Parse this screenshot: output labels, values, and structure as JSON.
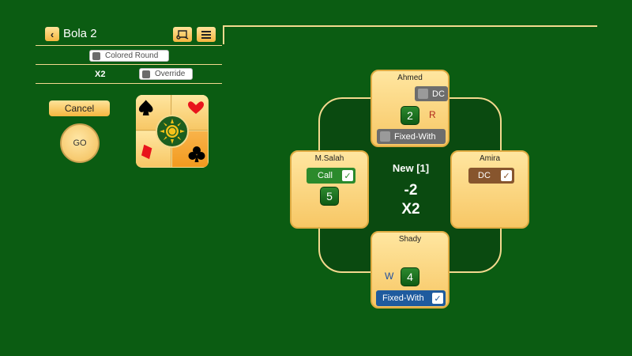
{
  "header": {
    "title": "Bola 2",
    "back_icon": "chevron-left-icon",
    "scroll_icon": "scroll-icon",
    "menu_icon": "menu-icon"
  },
  "options": {
    "colored_round_label": "Colored Round",
    "multiplier_label": "X2",
    "override_label": "Override"
  },
  "actions": {
    "cancel_label": "Cancel",
    "go_label": "GO"
  },
  "suit_picker": {
    "suits": [
      "spade",
      "heart",
      "diamond",
      "club"
    ],
    "colors": {
      "spade": "#000000",
      "heart": "#e8141b",
      "diamond": "#e8141b",
      "club": "#000000"
    },
    "center_icon": "sun-icon"
  },
  "players": {
    "top": {
      "name": "Ahmed",
      "dc_label": "DC",
      "bid": "2",
      "flag": "R",
      "fixed_label": "Fixed-With"
    },
    "left": {
      "name": "M.Salah",
      "call_label": "Call",
      "bid": "5"
    },
    "right": {
      "name": "Amira",
      "dc_label": "DC"
    },
    "bottom": {
      "name": "Shady",
      "flag": "W",
      "bid": "4",
      "fixed_label": "Fixed-With"
    }
  },
  "center": {
    "round": "New [1]",
    "score": "-2",
    "multiplier": "X2"
  },
  "colors": {
    "felt": "#0b5c12",
    "gold": "#f3d98e",
    "flag_r": "#b0281c",
    "flag_w": "#1f4fa0"
  }
}
